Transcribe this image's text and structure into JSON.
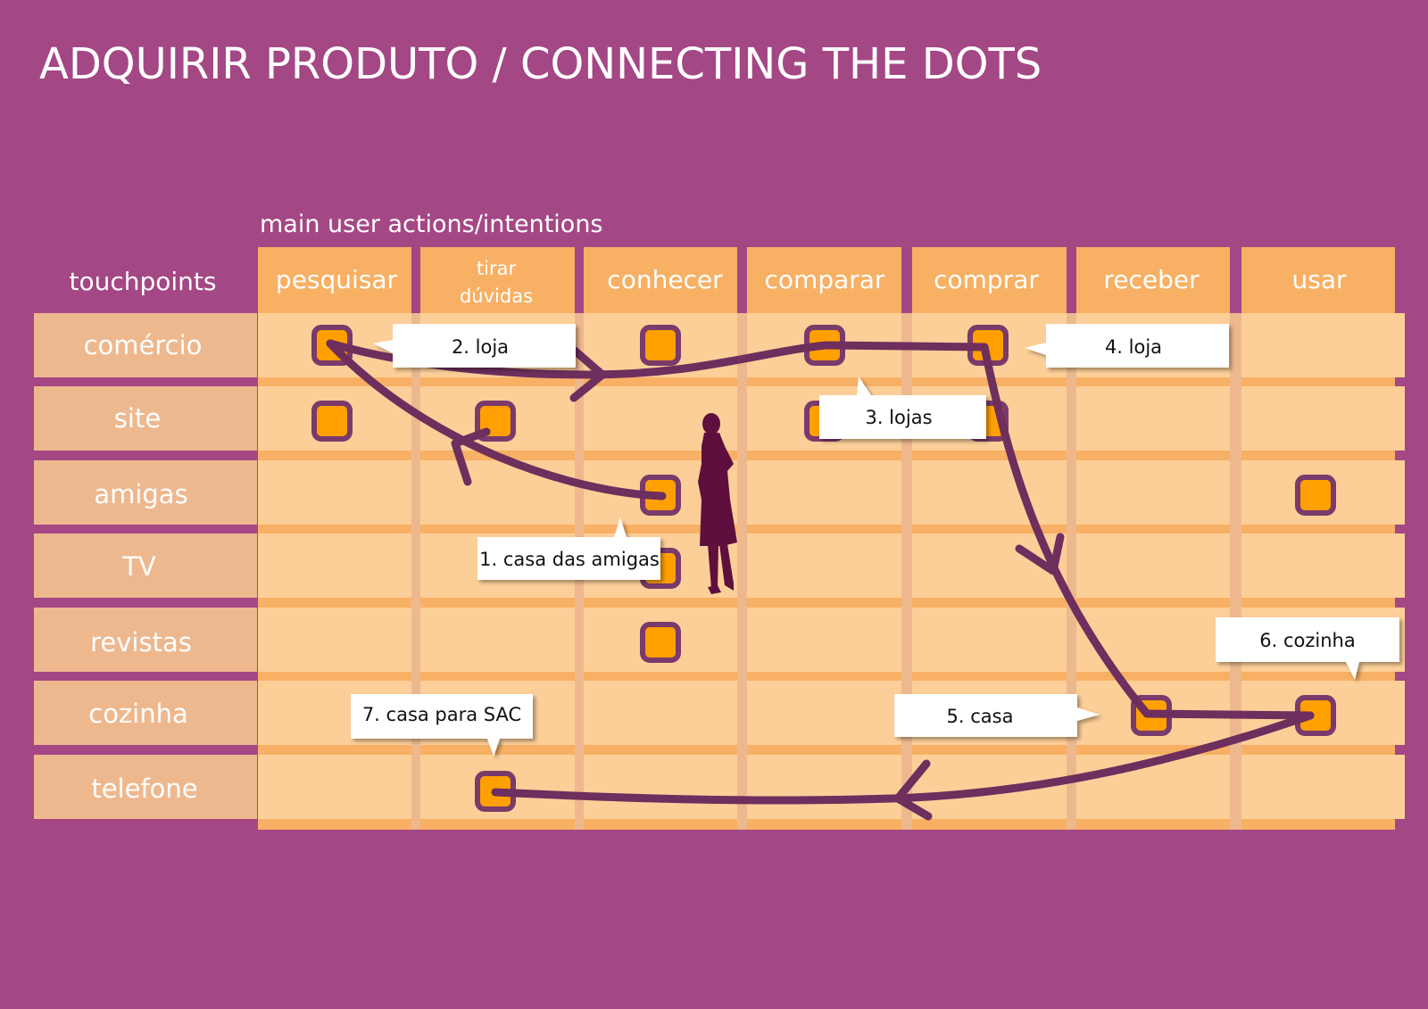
{
  "title": "ADQUIRIR PRODUTO / CONNECTING THE DOTS",
  "subtitle": "main user actions/intentions",
  "touchpoints_label": "touchpoints",
  "columns": [
    "pesquisar",
    "tirar dúvidas",
    "conhecer",
    "comparar",
    "comprar",
    "receber",
    "usar"
  ],
  "rows": [
    "comércio",
    "site",
    "amigas",
    "TV",
    "revistas",
    "cozinha",
    "telefone"
  ],
  "dots": [
    {
      "row": 0,
      "col": 0
    },
    {
      "row": 0,
      "col": 2
    },
    {
      "row": 0,
      "col": 3
    },
    {
      "row": 0,
      "col": 4
    },
    {
      "row": 1,
      "col": 0
    },
    {
      "row": 1,
      "col": 1
    },
    {
      "row": 1,
      "col": 3
    },
    {
      "row": 1,
      "col": 4
    },
    {
      "row": 2,
      "col": 2
    },
    {
      "row": 2,
      "col": 6
    },
    {
      "row": 3,
      "col": 2
    },
    {
      "row": 4,
      "col": 2
    },
    {
      "row": 5,
      "col": 5
    },
    {
      "row": 5,
      "col": 6
    },
    {
      "row": 6,
      "col": 1
    }
  ],
  "callouts": [
    {
      "text": "1. casa das amigas"
    },
    {
      "text": "2. loja"
    },
    {
      "text": "3. lojas"
    },
    {
      "text": "4. loja"
    },
    {
      "text": "5. casa"
    },
    {
      "text": "6. cozinha"
    },
    {
      "text": "7. casa para SAC"
    }
  ],
  "colors": {
    "background": "#a44785",
    "header": "#f5ad5c",
    "cell": "#fdcf98",
    "row_label": "#eeb88f",
    "dot_fill": "#ffa000",
    "dot_border": "#7a3a6b",
    "path": "#6e2e5e",
    "silhouette": "#5e0f3e"
  }
}
